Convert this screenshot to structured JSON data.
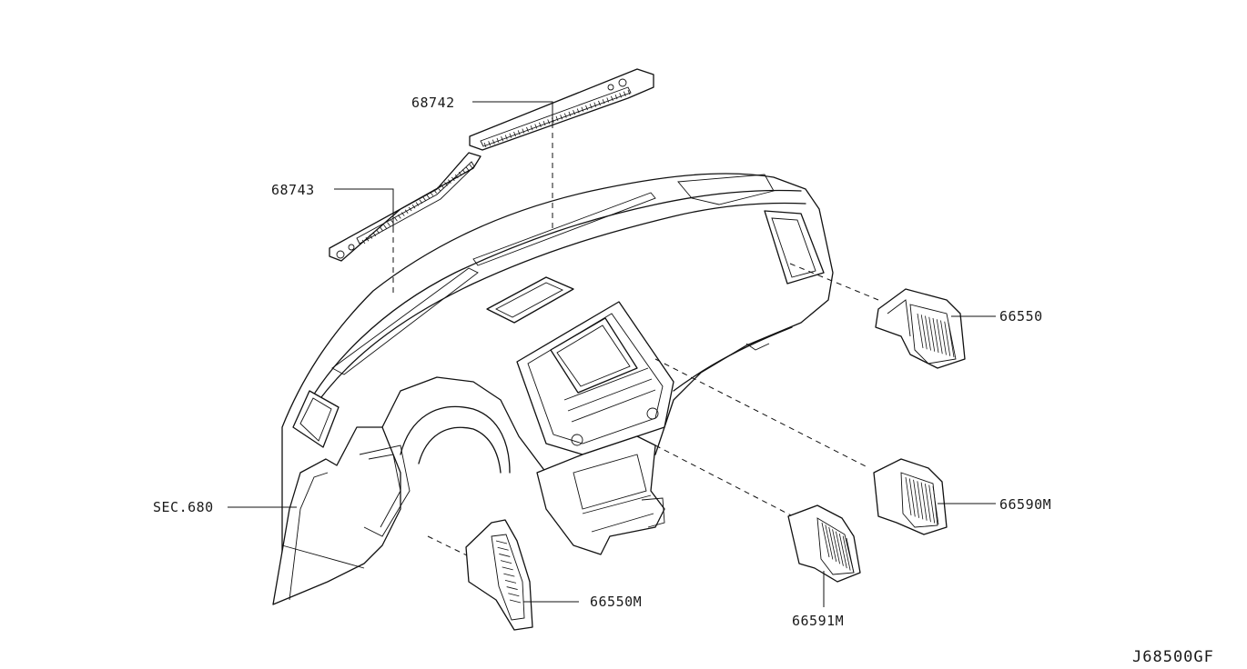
{
  "callouts": {
    "p68742": "68742",
    "p68743": "68743",
    "p66550": "66550",
    "p66590M": "66590M",
    "p66591M": "66591M",
    "p66550M": "66550M",
    "sec680": "SEC.680"
  },
  "drawing_id": "J68500GF"
}
